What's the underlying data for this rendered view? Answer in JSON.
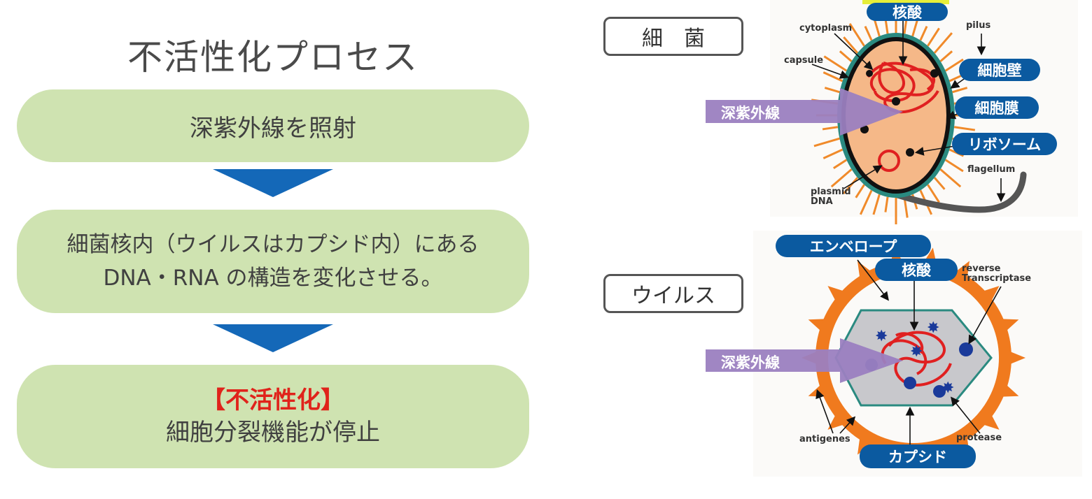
{
  "process": {
    "title": "不活性化プロセス",
    "step1": "深紫外線を照射",
    "step2_line1": "細菌核内（ウイルスはカプシド内）にある",
    "step2_line2": "DNA・RNA の構造を変化させる。",
    "step3_highlight": "【不活性化】",
    "step3_text": "細胞分裂機能が停止"
  },
  "bacteria": {
    "tag": "細　菌",
    "nucleic_acid": "核酸",
    "cell_wall": "細胞壁",
    "cell_membrane": "細胞膜",
    "ribosome": "リボソーム",
    "uv": "深紫外線",
    "cytoplasm": "cytoplasm",
    "capsule": "capsule",
    "pilus": "pilus",
    "flagellum": "flagellum",
    "plasmid_1": "plasmid",
    "plasmid_2": "DNA"
  },
  "virus": {
    "tag": "ウイルス",
    "envelope": "エンベロープ",
    "nucleic_acid": "核酸",
    "uv": "深紫外線",
    "capsid": "カプシド",
    "rt_1": "reverse",
    "rt_2": "Transcriptase",
    "antigenes": "antigenes",
    "protease": "protease"
  },
  "colors": {
    "step_bg": "#cfe3b1",
    "arrow": "#1468b8",
    "label_bg": "#0b5aa0",
    "highlight": "#e0231b",
    "uv_arrow": "#9b7fc0",
    "spikes": "#f07a1e"
  }
}
